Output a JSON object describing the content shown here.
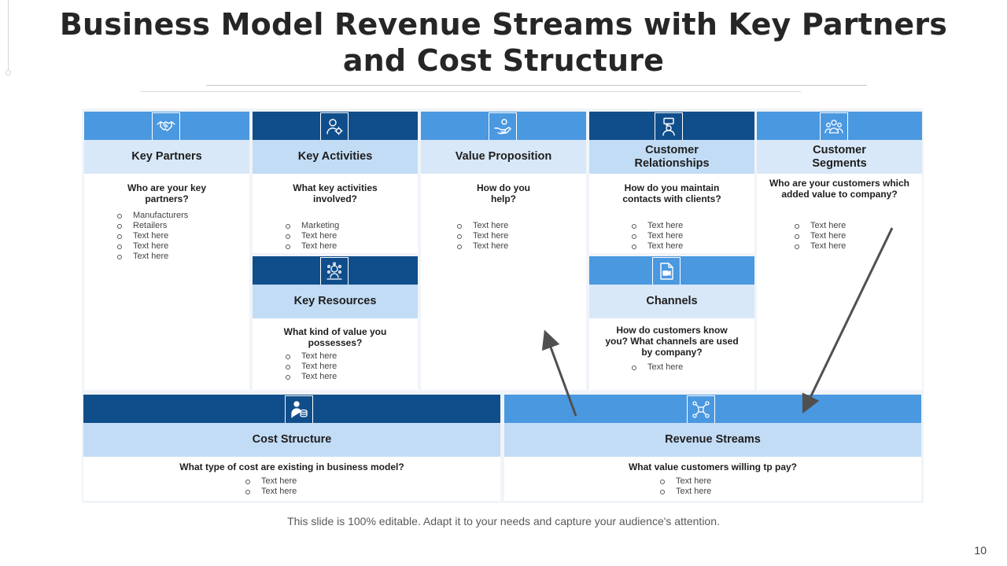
{
  "slide": {
    "title": "Business Model Revenue Streams with Key Partners and Cost Structure",
    "footer": "This slide is 100% editable. Adapt it to your needs and capture your audience's attention.",
    "page_number": "10"
  },
  "colors": {
    "light_blue": "#4a98e0",
    "dark_blue": "#104e8b",
    "header_fill": "#d8e8f8",
    "header_fill_alt": "#c2dcf5",
    "arrow": "#505050"
  },
  "cards": {
    "key_partners": {
      "heading": "Key Partners",
      "question": "Who are your key partners?",
      "items": [
        "Manufacturers",
        "Retailers",
        "Text here",
        "Text here",
        "Text here"
      ],
      "icon": "handshake-icon"
    },
    "key_activities": {
      "heading": "Key Activities",
      "question": "What key activities involved?",
      "items": [
        "Marketing",
        "Text here",
        "Text here"
      ],
      "icon": "user-gear-icon"
    },
    "key_resources": {
      "heading": "Key Resources",
      "question": "What kind of value you possesses?",
      "items": [
        "Text here",
        "Text here",
        "Text here"
      ],
      "icon": "network-people-icon"
    },
    "value_proposition": {
      "heading": "Value Proposition",
      "question": "How do you help?",
      "items": [
        "Text here",
        "Text here",
        "Text here"
      ],
      "icon": "helping-hand-icon"
    },
    "customer_relationships": {
      "heading": "Customer Relationships",
      "question": "How do you maintain contacts with clients?",
      "items": [
        "Text here",
        "Text here",
        "Text here"
      ],
      "icon": "support-agent-icon"
    },
    "channels": {
      "heading": "Channels",
      "question": "How do customers know you? What channels are used by company?",
      "items": [
        "Text here"
      ],
      "icon": "video-file-icon"
    },
    "customer_segments": {
      "heading": "Customer Segments",
      "question": "Who are your customers which added value to company?",
      "items": [
        "Text here",
        "Text here",
        "Text here"
      ],
      "icon": "group-icon"
    },
    "cost_structure": {
      "heading": "Cost Structure",
      "question": "What type of cost are existing in business model?",
      "items": [
        "Text here",
        "Text here"
      ],
      "icon": "person-coins-icon"
    },
    "revenue_streams": {
      "heading": "Revenue Streams",
      "question": "What value customers willing tp pay?",
      "items": [
        "Text here",
        "Text here"
      ],
      "icon": "network-nodes-icon"
    }
  }
}
